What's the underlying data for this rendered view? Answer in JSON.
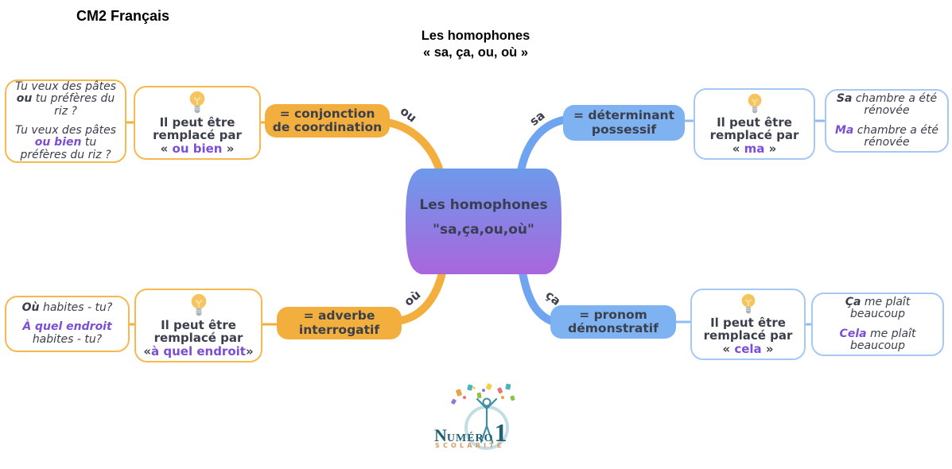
{
  "page": {
    "course_label": "CM2 Français",
    "title_line1": "Les homophones",
    "title_line2": "« sa, ça, ou, où »"
  },
  "center_node": {
    "line1": "Les homophones",
    "line2": "\"sa,ça,ou,où\""
  },
  "colors": {
    "orange": "#F3AF3D",
    "blue": "#7EB2F1",
    "blue_border": "#A6C8F7",
    "orange_border": "#F5B94D",
    "purple": "#7C4ED4",
    "dark_text": "#3B3F4C",
    "center_gradient_top": "#6D9AEB",
    "center_gradient_bottom": "#A966DD"
  },
  "branches": [
    {
      "curve_label": "ou",
      "category": {
        "line1": "= conjonction",
        "line2": "de coordination"
      },
      "hint": {
        "line1": "Il peut être",
        "line2": "remplacé par",
        "line3_open": "« ",
        "line3_hl": "ou bien",
        "line3_close": " »"
      },
      "example": {
        "s1_pre": "Tu veux des pâtes ",
        "s1_hl": "ou",
        "s1_post": " tu préfères du riz ?",
        "s2_pre": "Tu veux des pâtes ",
        "s2_hl": "ou bien",
        "s2_post": " tu préfères du riz ?"
      }
    },
    {
      "curve_label": "sa",
      "category": {
        "line1": "= déterminant",
        "line2": "possessif"
      },
      "hint": {
        "line1": "Il peut être",
        "line2": "remplacé par",
        "line3_open": "« ",
        "line3_hl": "ma",
        "line3_close": " »"
      },
      "example": {
        "s1_pre": "",
        "s1_hl": "Sa",
        "s1_post": " chambre a été rénovée",
        "s2_pre": "",
        "s2_hl": "Ma",
        "s2_post": " chambre a été rénovée"
      }
    },
    {
      "curve_label": "où",
      "category": {
        "line1": "= adverbe",
        "line2": "interrogatif"
      },
      "hint": {
        "line1": "Il peut être",
        "line2": "remplacé par",
        "line3_open": "«",
        "line3_hl": "à quel endroit",
        "line3_close": "»"
      },
      "example": {
        "s1_pre": "",
        "s1_hl": "Où",
        "s1_post": " habites - tu?",
        "s2_pre": "",
        "s2_hl": "À quel endroit",
        "s2_post": " habites - tu?"
      }
    },
    {
      "curve_label": "ça",
      "category": {
        "line1": "= pronom",
        "line2": "démonstratif"
      },
      "hint": {
        "line1": "Il peut être",
        "line2": "remplacé par",
        "line3_open": "« ",
        "line3_hl": "cela",
        "line3_close": " »"
      },
      "example": {
        "s1_pre": "",
        "s1_hl": "Ça",
        "s1_post": " me plaît beaucoup",
        "s2_pre": "",
        "s2_hl": "Cela",
        "s2_post": " me plaît beaucoup"
      }
    }
  ],
  "logo": {
    "brand_initial": "N",
    "brand_rest": "UMÉRO",
    "brand_number": "1",
    "subtitle": "SCOLARITÉ"
  }
}
